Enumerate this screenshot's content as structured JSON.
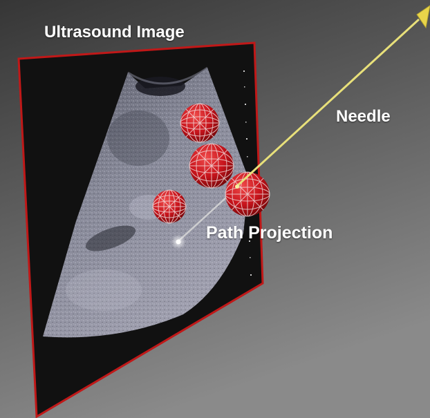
{
  "labels": {
    "ultrasound_image": "Ultrasound Image",
    "needle": "Needle",
    "path_projection": "Path Projection"
  },
  "colors": {
    "background_top": "#3a3a3a",
    "background_bottom": "#868686",
    "image_plane": "#111111",
    "plane_border": "#c01818",
    "needle": "#e8e07a",
    "sphere_fill": "#c8141c",
    "sphere_mesh": "#f2e4e4",
    "projection_line": "#d8d8d8"
  },
  "targets": [
    "target-sphere",
    "target-sphere",
    "target-sphere",
    "target-sphere"
  ]
}
